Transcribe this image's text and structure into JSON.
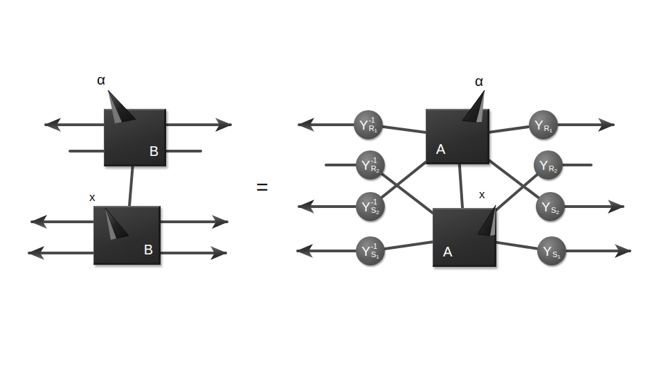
{
  "diagram": {
    "nodes": [
      {
        "text": [
          "B"
        ]
      },
      {
        "text": [
          "B"
        ]
      },
      {
        "text": [
          "Y",
          "-1",
          "R",
          "1"
        ]
      },
      {
        "text": [
          "A"
        ]
      },
      {
        "text": [
          "Y",
          "R",
          "1"
        ]
      },
      {
        "text": [
          "Y",
          "-1",
          "R",
          "2"
        ]
      },
      {
        "text": [
          "Y",
          "R",
          "2"
        ]
      },
      {
        "text": [
          "Y",
          "-1",
          "S",
          "2"
        ]
      },
      {
        "text": [
          "Y",
          "S",
          "2"
        ]
      },
      {
        "text": [
          "A"
        ]
      },
      {
        "text": [
          "Y",
          "-1",
          "S",
          "1"
        ]
      },
      {
        "text": [
          "Y",
          "S",
          "1"
        ]
      }
    ],
    "edges": [
      {
        "from": 0,
        "to": 1,
        "arrow": "none"
      },
      {
        "from": 2,
        "to": 3,
        "arrow": "none"
      },
      {
        "from": 3,
        "to": 4,
        "arrow": "none"
      },
      {
        "from": 5,
        "to": 9,
        "arrow": "none"
      },
      {
        "from": 7,
        "to": 3,
        "arrow": "none"
      },
      {
        "from": 3,
        "to": 8,
        "arrow": "none"
      },
      {
        "from": 9,
        "to": 6,
        "arrow": "none"
      },
      {
        "from": 3,
        "to": 9,
        "arrow": "none"
      },
      {
        "from": 10,
        "to": 9,
        "arrow": "none"
      },
      {
        "from": 9,
        "to": 11,
        "arrow": "none"
      }
    ],
    "labels": [
      "α",
      "x",
      "=",
      "α",
      "x"
    ]
  }
}
